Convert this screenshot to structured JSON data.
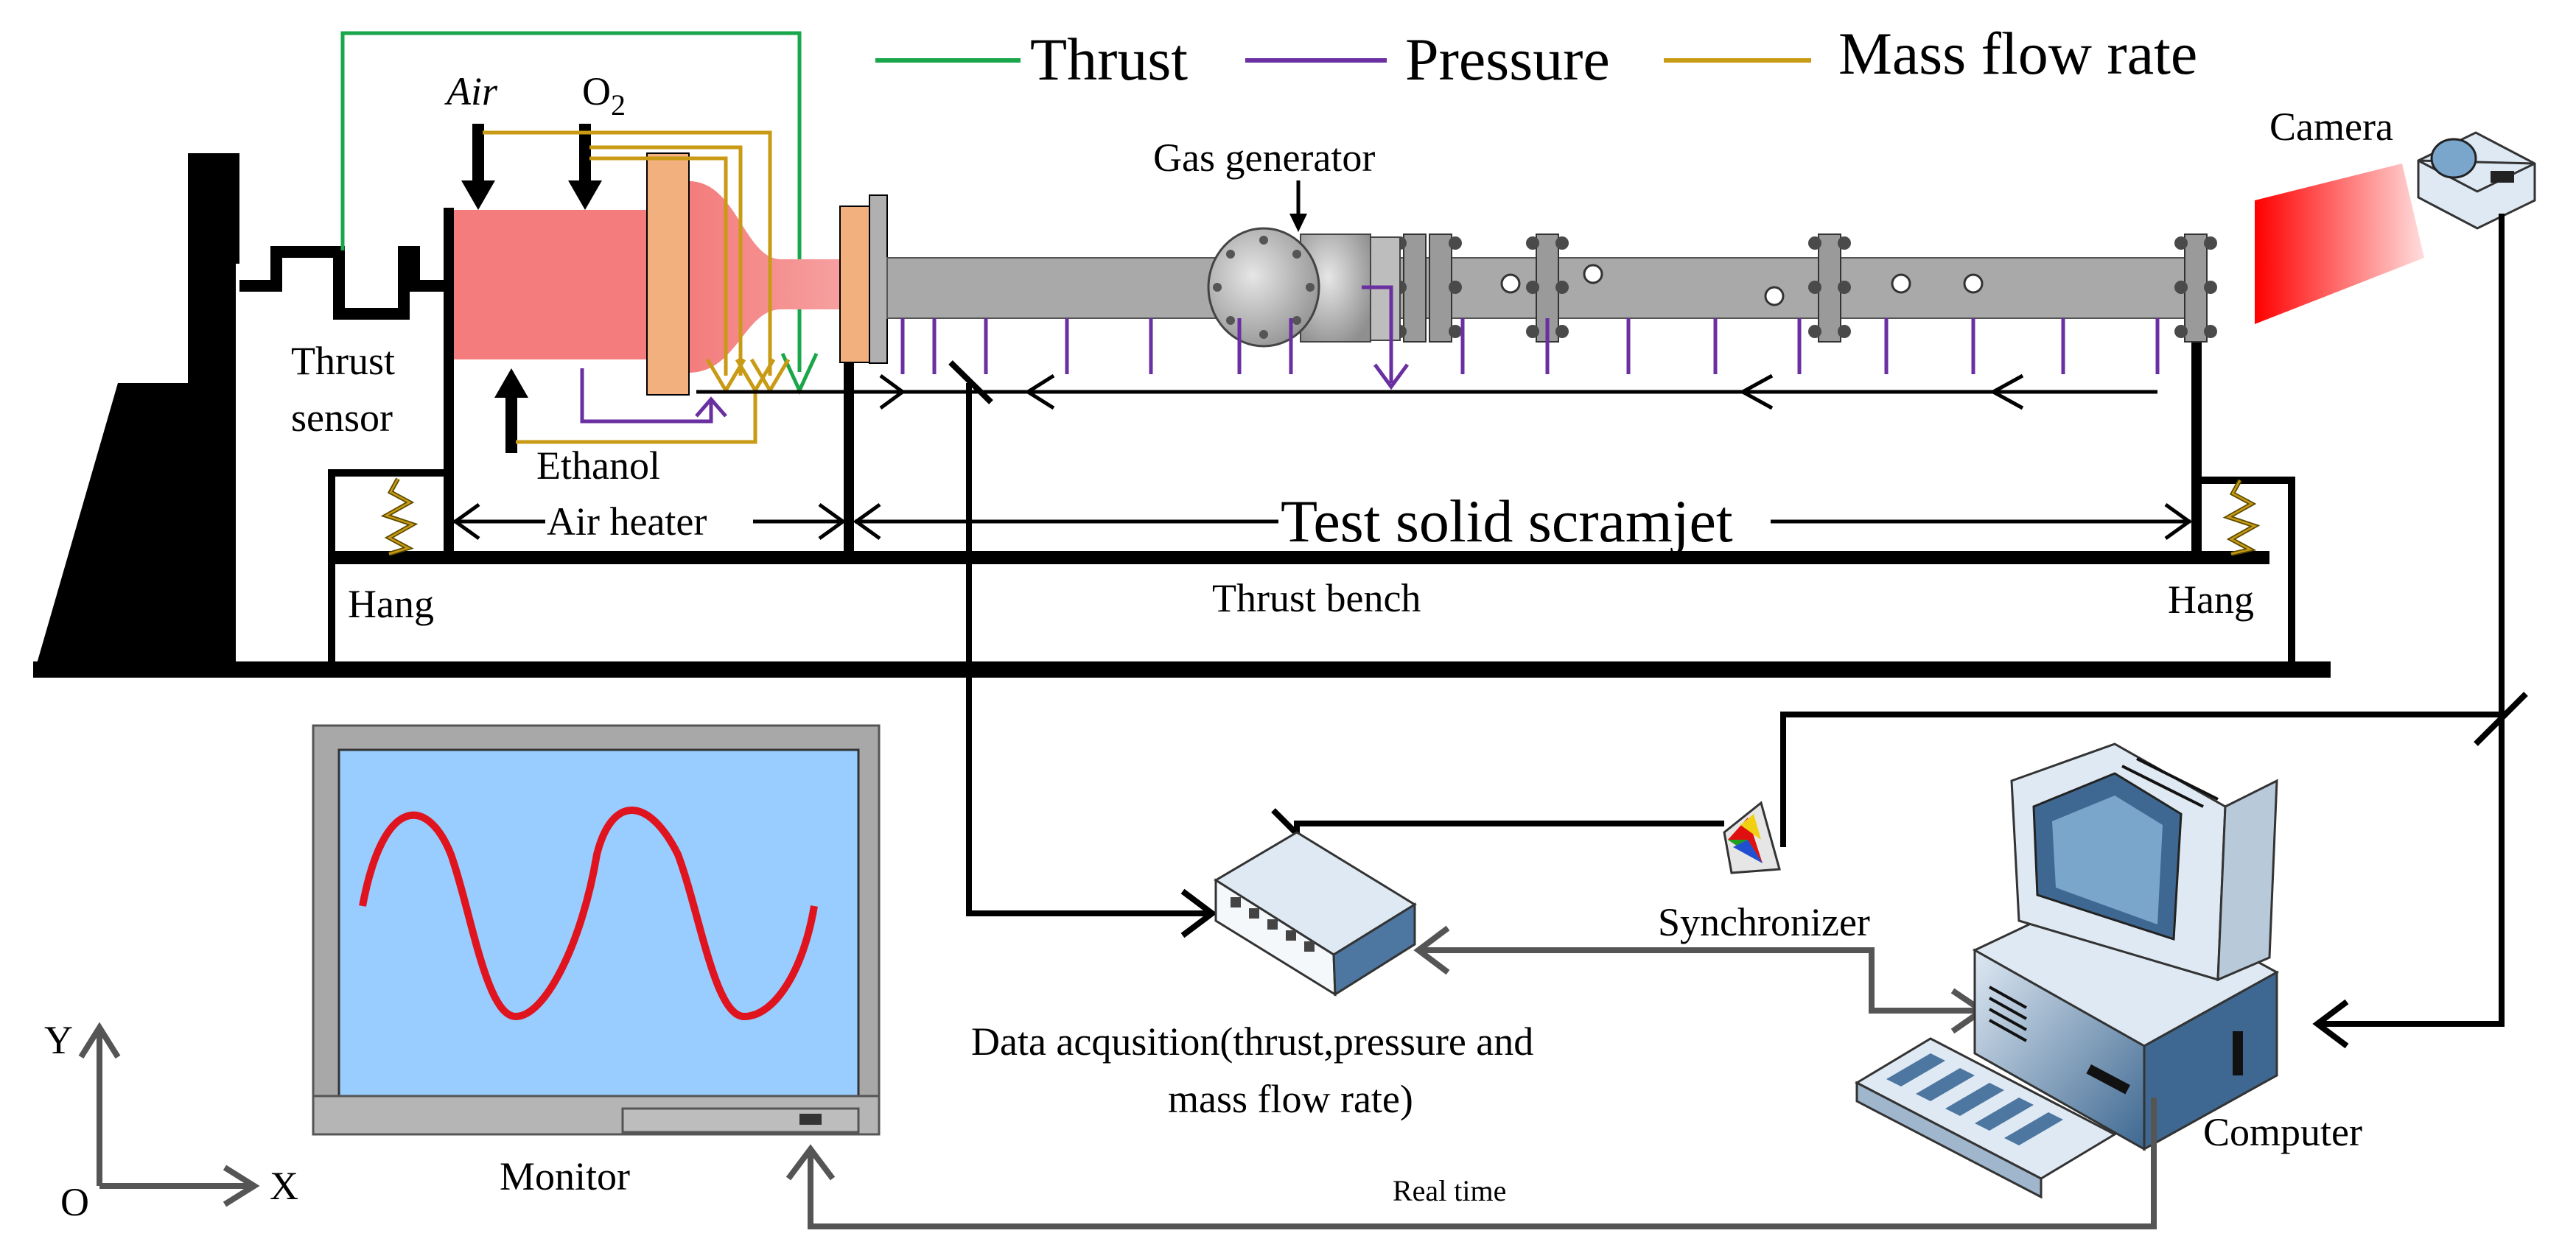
{
  "legend": [
    {
      "label": "Thrust",
      "color": "#1aa64a"
    },
    {
      "label": "Pressure",
      "color": "#6a2fa0"
    },
    {
      "label": "Mass flow rate",
      "color": "#c99a14"
    }
  ],
  "labels": {
    "air": "Air",
    "o2_main": "O",
    "o2_sub": "2",
    "gas_generator": "Gas generator",
    "camera": "Camera",
    "thrust_sensor_1": "Thrust",
    "thrust_sensor_2": "sensor",
    "ethanol": "Ethanol",
    "air_heater": "Air heater",
    "test_solid_scramjet": "Test solid scramjet",
    "hang_left": "Hang",
    "hang_right": "Hang",
    "thrust_bench": "Thrust bench",
    "synchronizer": "Synchronizer",
    "daq_line1": "Data acqusition(thrust,pressure and",
    "daq_line2": "mass flow rate)",
    "monitor": "Monitor",
    "computer": "Computer",
    "real_time": "Real time",
    "axis_y": "Y",
    "axis_x": "X",
    "axis_o": "O"
  },
  "colors": {
    "heater": "#f47c7c",
    "flange": "#f2b07e",
    "duct": "#a9a9a9",
    "screen": "#99ccff",
    "wave": "#e0141e",
    "camera_beam": "#ff0000"
  },
  "icons": [
    "camera-icon",
    "synchronizer-icon",
    "data-acquisition-icon",
    "computer-icon",
    "monitor-icon",
    "spring-icon"
  ]
}
